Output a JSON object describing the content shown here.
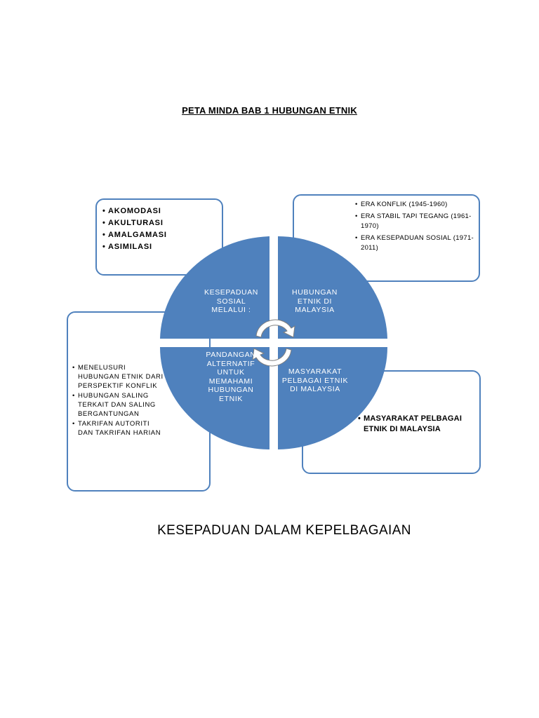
{
  "title": "PETA MINDA BAB 1 HUBUNGAN ETNIK",
  "center": {
    "top_left": "KESEPADUAN\nSOSIAL\nMELALUI :",
    "top_right": "HUBUNGAN\nETNIK DI\nMALAYSIA",
    "bottom_left": "PANDANGAN\nALTERNATIF\nUNTUK\nMEMAHAMI\nHUBUNGAN\nETNIK",
    "bottom_right": "MASYARAKAT\nPELBAGAI ETNIK\nDI MALAYSIA"
  },
  "boxes": {
    "top_left": [
      "AKOMODASI",
      "AKULTURASI",
      "AMALGAMASI",
      "ASIMILASI"
    ],
    "top_right": [
      "ERA KONFLIK (1945-1960)",
      "ERA STABIL TAPI TEGANG (1961-1970)",
      "ERA KESEPADUAN SOSIAL (1971-2011)"
    ],
    "bottom_left": [
      "MENELUSURI HUBUNGAN ETNIK DARI PERSPEKTIF KONFLIK",
      "HUBUNGAN SALING TERKAIT DAN SALING BERGANTUNGAN",
      "TAKRIFAN AUTORITI DAN TAKRIFAN HARIAN"
    ],
    "bottom_right": [
      "MASYARAKAT PELBAGAI ETNIK DI MALAYSIA"
    ]
  },
  "footer": "KESEPADUAN DALAM KEPELBAGAIAN",
  "colors": {
    "segment_fill": "#4f81bd",
    "box_border": "#4f81bd",
    "arrow_fill": "#ffffff",
    "arrow_stroke": "#7f7f7f"
  }
}
